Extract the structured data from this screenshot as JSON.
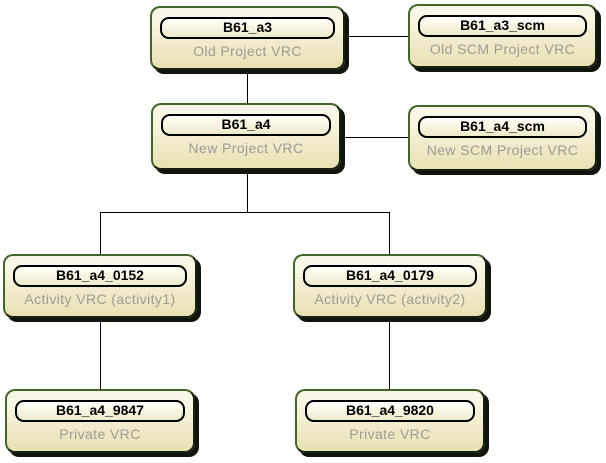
{
  "diagram": {
    "background_color": "#ffffff",
    "connector_color": "#000000",
    "node_style": {
      "border_color": "#35541d",
      "shadow_color": "#10140a",
      "fill_top_color": "#f7f6e9",
      "fill_bottom_color": "#e9e1b2",
      "pill_fill_top_color": "#fffefa",
      "pill_fill_bottom_color": "#f0e9cc",
      "pill_border_color": "#000000",
      "title_color": "#000000",
      "subtitle_color": "#9c9c95"
    },
    "nodes": [
      {
        "id": "old-project-vrc",
        "title": "B61_a3",
        "subtitle": "Old Project VRC"
      },
      {
        "id": "old-scm-project-vrc",
        "title": "B61_a3_scm",
        "subtitle": "Old SCM Project VRC"
      },
      {
        "id": "new-project-vrc",
        "title": "B61_a4",
        "subtitle": "New Project VRC"
      },
      {
        "id": "new-scm-project-vrc",
        "title": "B61_a4_scm",
        "subtitle": "New SCM Project VRC"
      },
      {
        "id": "activity-vrc-1",
        "title": "B61_a4_0152",
        "subtitle": "Activity VRC (activity1)"
      },
      {
        "id": "activity-vrc-2",
        "title": "B61_a4_0179",
        "subtitle": "Activity VRC (activity2)"
      },
      {
        "id": "private-vrc-1",
        "title": "B61_a4_9847",
        "subtitle": "Private VRC"
      },
      {
        "id": "private-vrc-2",
        "title": "B61_a4_9820",
        "subtitle": "Private VRC"
      }
    ],
    "edges": [
      {
        "from": "B61_a3",
        "to": "B61_a3_scm"
      },
      {
        "from": "B61_a3",
        "to": "B61_a4"
      },
      {
        "from": "B61_a4",
        "to": "B61_a4_scm"
      },
      {
        "from": "B61_a4",
        "to": "B61_a4_0152"
      },
      {
        "from": "B61_a4",
        "to": "B61_a4_0179"
      },
      {
        "from": "B61_a4_0152",
        "to": "B61_a4_9847"
      },
      {
        "from": "B61_a4_0179",
        "to": "B61_a4_9820"
      }
    ]
  }
}
